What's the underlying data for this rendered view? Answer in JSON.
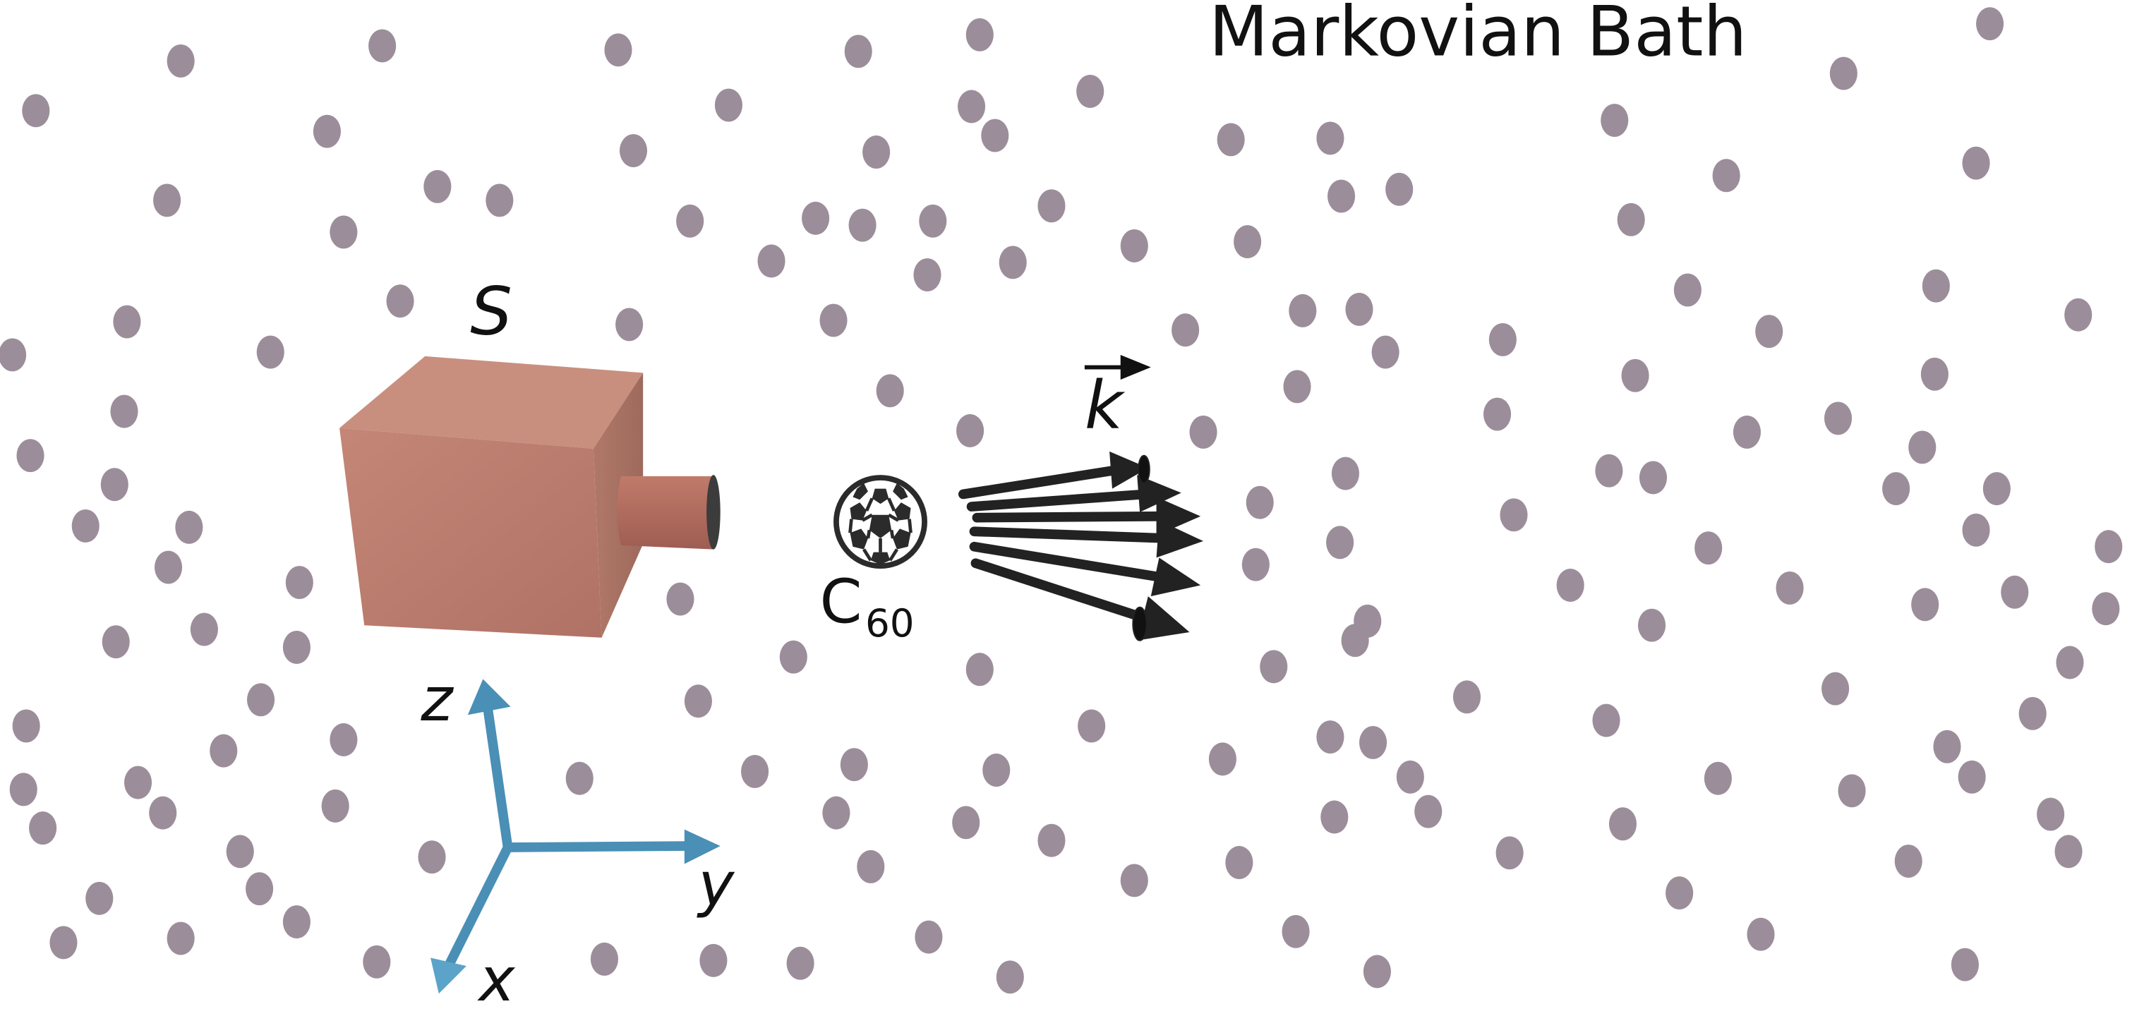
{
  "title": "Markovian Bath",
  "source_label": "S",
  "molecule": {
    "label": "C",
    "subscript": "60"
  },
  "wavevector_label": "k",
  "axes": {
    "x": "x",
    "y": "y",
    "z": "z"
  },
  "colors": {
    "bath_particle": "#9b8e9a",
    "source_box": "#b87a6c",
    "axes": "#4a8fb5",
    "arrows": "#222222"
  },
  "bath_particle_count": 170
}
